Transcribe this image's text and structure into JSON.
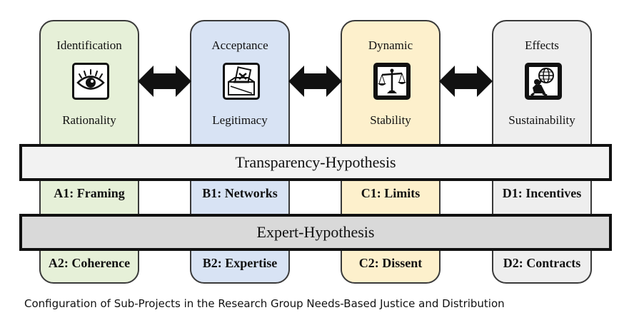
{
  "columns": [
    {
      "top": "Identification",
      "bottom": "Rationality",
      "icon": "eye-icon",
      "color": "#e6f0d8",
      "sub1": "A1: Framing",
      "sub2": "A2: Coherence"
    },
    {
      "top": "Acceptance",
      "bottom": "Legitimacy",
      "icon": "ballot-box-icon",
      "color": "#d8e3f4",
      "sub1": "B1: Networks",
      "sub2": "B2: Expertise"
    },
    {
      "top": "Dynamic",
      "bottom": "Stability",
      "icon": "scales-icon",
      "color": "#fdf0cc",
      "sub1": "C1: Limits",
      "sub2": "C2: Dissent"
    },
    {
      "top": "Effects",
      "bottom": "Sustainability",
      "icon": "atlas-globe-icon",
      "color": "#eeeeee",
      "sub1": "D1: Incentives",
      "sub2": "D2: Contracts"
    }
  ],
  "bands": {
    "transparency": "Transparency-Hypothesis",
    "expert": "Expert-Hypothesis"
  },
  "caption": "Configuration of Sub-Projects in the Research Group Needs-Based Justice and Distribution"
}
